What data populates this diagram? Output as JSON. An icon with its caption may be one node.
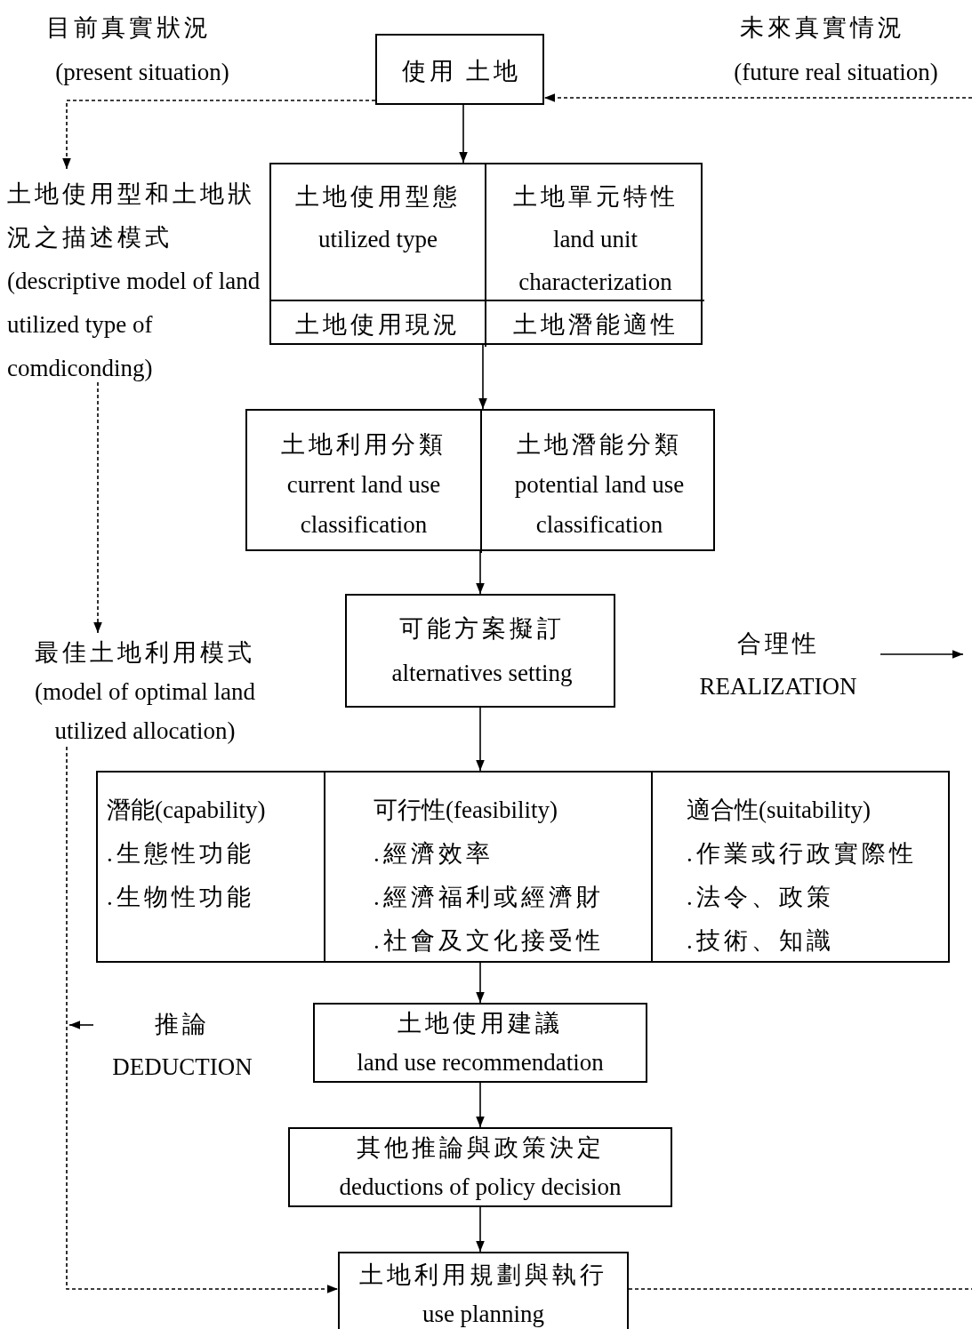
{
  "diagram": {
    "nodes": [
      {
        "text": [
          "使用 土地"
        ]
      },
      {
        "text": [
          "土地使用型態",
          "utilized type",
          "土地單元特性",
          "land unit characterization",
          "土地使用現況",
          "土地潛能適性"
        ]
      },
      {
        "text": [
          "土地使用型和土地狀況之描述模式",
          "(descriptive model of land utilized type of comdiconding)"
        ]
      },
      {
        "text": [
          "土地利用分類",
          "current land use classification",
          "土地潛能分類",
          "potential land use classification"
        ]
      },
      {
        "text": [
          "最佳土地利用模式",
          "(model of optimal land utilized allocation)"
        ]
      },
      {
        "text": [
          "可能方案擬訂",
          "alternatives setting"
        ]
      },
      {
        "text": [
          "合理性",
          "REALIZATION"
        ]
      },
      {
        "text": [
          "潛能(capability)",
          ".生態性功能",
          ".生物性功能",
          "可行性(feasibility)",
          ".經濟效率",
          ".經濟福利或經濟財",
          ".社會及文化接受性",
          "適合性(suitability)",
          ".作業或行政實際性",
          ".法令、政策",
          ".技術、知識"
        ]
      },
      {
        "text": [
          "推論",
          "DEDUCTION"
        ]
      },
      {
        "text": [
          "土地使用建議",
          "land use recommendation"
        ]
      },
      {
        "text": [
          "其他推論與政策決定",
          "deductions of policy decision"
        ]
      },
      {
        "text": [
          "土地利用規劃與執行",
          "use planning"
        ]
      }
    ],
    "edges": [
      {
        "from": 0,
        "to": 1,
        "arrow": "to"
      },
      {
        "from": 0,
        "to": 2,
        "arrow": "to",
        "style": "dashed"
      },
      {
        "from": null,
        "to": 0,
        "arrow": "to",
        "style": "dashed"
      },
      {
        "from": 1,
        "to": 3,
        "arrow": "to"
      },
      {
        "from": 2,
        "to": 4,
        "arrow": "to",
        "style": "dashed"
      },
      {
        "from": 3,
        "to": 5,
        "arrow": "to"
      },
      {
        "from": 6,
        "to": null,
        "arrow": "to"
      },
      {
        "from": 5,
        "to": 7,
        "arrow": "to"
      },
      {
        "from": 7,
        "to": 9,
        "arrow": "to"
      },
      {
        "from": 8,
        "to": null,
        "arrow": "to"
      },
      {
        "from": 9,
        "to": 10,
        "arrow": "to"
      },
      {
        "from": 10,
        "to": 11,
        "arrow": "to"
      },
      {
        "from": 4,
        "to": 11,
        "arrow": "to",
        "style": "dashed"
      },
      {
        "from": 11,
        "to": null,
        "arrow": "none",
        "style": "dashed"
      }
    ],
    "labels": [
      "目前真實狀況",
      "(present situation)",
      "未來真實情況",
      "(future real situation)"
    ]
  }
}
